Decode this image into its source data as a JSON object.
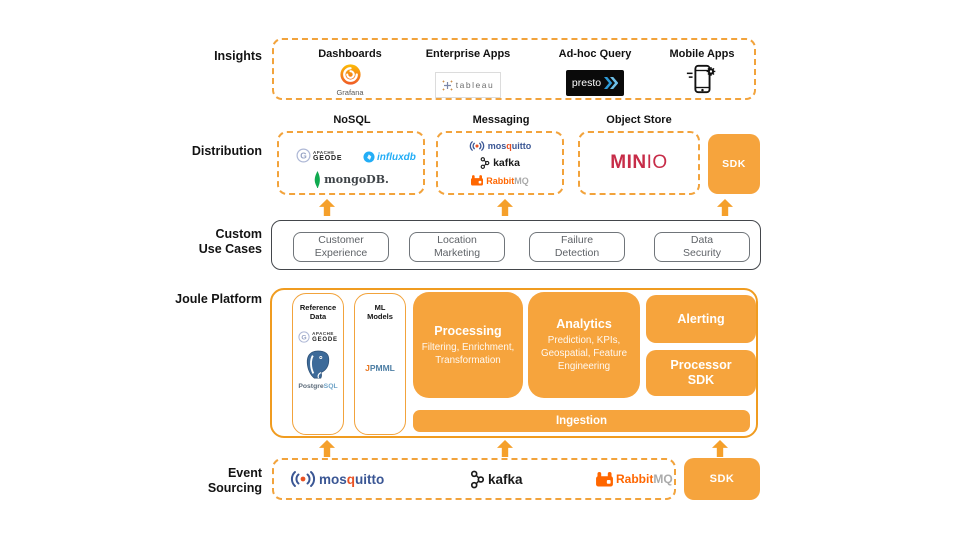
{
  "colors": {
    "orange_fill": "#F6A43D",
    "orange_border": "#F09C20",
    "dashed_border": "#F2A33C",
    "arrow_orange": "#F5A02B",
    "use_case_border": "#43464B",
    "use_case_text": "#5F6368",
    "minio_crimson": "#C72C48",
    "mosquitto_navy": "#3A5694",
    "rabbit_orange": "#FF6600",
    "influx_blue": "#22ADF6",
    "mongo_green": "#10AA50",
    "postgres_blue": "#3D6A99",
    "grafana_orange": "#F05A28",
    "presto_black": "#0A0A0A"
  },
  "row_labels": {
    "insights": "Insights",
    "distribution": "Distribution",
    "custom_line1": "Custom",
    "custom_line2": "Use Cases",
    "joule": "Joule Platform",
    "event_line1": "Event",
    "event_line2": "Sourcing"
  },
  "insights": {
    "dashboards_label": "Dashboards",
    "enterprise_label": "Enterprise Apps",
    "adhoc_label": "Ad-hoc Query",
    "mobile_label": "Mobile Apps"
  },
  "logos": {
    "grafana": {
      "text": "Grafana"
    },
    "tableau": {
      "text": "tableau"
    },
    "presto": {
      "text": "presto"
    },
    "geode": {
      "letter": "G",
      "line1": "APACHE",
      "line2": "GEODE"
    },
    "influxdb": {
      "text": "influxdb"
    },
    "mongodb": {
      "text": "mongoDB."
    },
    "mosquitto": {
      "pre": "mos",
      "q": "q",
      "post": "uitto"
    },
    "kafka": {
      "text": "kafka"
    },
    "rabbitmq": {
      "orange": "Rabbit",
      "gray": "MQ"
    },
    "minio": {
      "bold": "MIN",
      "light": "IO"
    },
    "postgresql": {
      "pre": "Postgre",
      "sql": "SQL"
    },
    "jpmml": {
      "j": "J",
      "rest": "PMML"
    }
  },
  "distribution": {
    "nosql_label": "NoSQL",
    "messaging_label": "Messaging",
    "object_store_label": "Object Store",
    "sdk_label": "SDK"
  },
  "use_cases": {
    "items": [
      {
        "line1": "Customer",
        "line2": "Experience"
      },
      {
        "line1": "Location",
        "line2": "Marketing"
      },
      {
        "line1": "Failure",
        "line2": "Detection"
      },
      {
        "line1": "Data",
        "line2": "Security"
      }
    ]
  },
  "platform": {
    "reference_title_line1": "Reference",
    "reference_title_line2": "Data",
    "ml_title_line1": "ML",
    "ml_title_line2": "Models",
    "processing_title": "Processing",
    "processing_subtitle": "Filtering, Enrichment, Transformation",
    "analytics_title": "Analytics",
    "analytics_subtitle": "Prediction, KPIs, Geospatial, Feature Engineering",
    "alerting_title": "Alerting",
    "processor_sdk_line1": "Processor",
    "processor_sdk_line2": "SDK",
    "ingestion_title": "Ingestion"
  },
  "event_sourcing": {
    "sdk_label": "SDK"
  }
}
